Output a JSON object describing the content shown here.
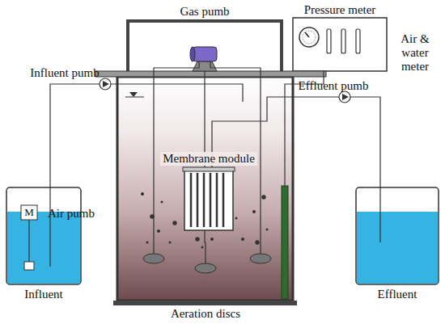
{
  "diagram": {
    "labels": [
      "Gas pumb",
      "Pressure meter",
      "Air & water meter",
      "Influent pumb",
      "Effluent pumb",
      "Membrane module",
      "M",
      "Air pumb",
      "Influent",
      "Effluent",
      "Aeration discs"
    ]
  }
}
